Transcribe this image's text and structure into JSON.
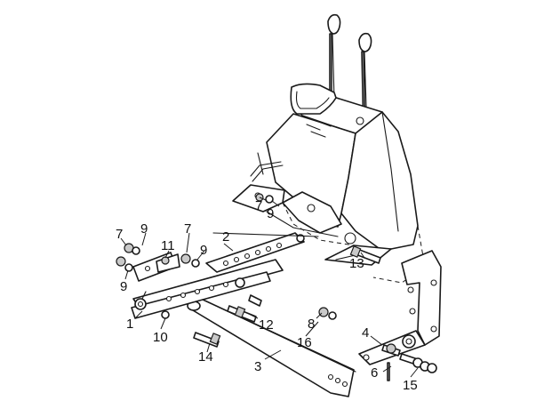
{
  "callouts": [
    {
      "id": "c1",
      "label": "1"
    },
    {
      "id": "c2",
      "label": "2"
    },
    {
      "id": "c3",
      "label": "3"
    },
    {
      "id": "c4",
      "label": "4"
    },
    {
      "id": "c6",
      "label": "6"
    },
    {
      "id": "c7a",
      "label": "7"
    },
    {
      "id": "c7b",
      "label": "7"
    },
    {
      "id": "c7c",
      "label": "7"
    },
    {
      "id": "c8",
      "label": "8"
    },
    {
      "id": "c9a",
      "label": "9"
    },
    {
      "id": "c9b",
      "label": "9"
    },
    {
      "id": "c9c",
      "label": "9"
    },
    {
      "id": "c9d",
      "label": "9"
    },
    {
      "id": "c10",
      "label": "10"
    },
    {
      "id": "c11",
      "label": "11"
    },
    {
      "id": "c12",
      "label": "12"
    },
    {
      "id": "c13",
      "label": "13"
    },
    {
      "id": "c14",
      "label": "14"
    },
    {
      "id": "c15",
      "label": "15"
    },
    {
      "id": "c16",
      "label": "16"
    }
  ],
  "colors": {
    "ink": "#1a1a1a",
    "paper": "#ffffff",
    "shade": "#c9c9c9"
  }
}
